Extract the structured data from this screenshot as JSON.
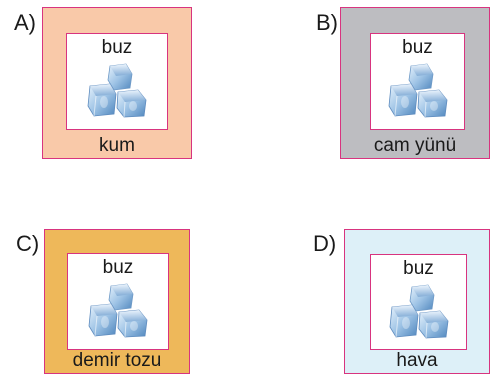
{
  "options": [
    {
      "letter": "A)",
      "inner_label": "buz",
      "outer_label": "kum",
      "fill": "#f9c9a9"
    },
    {
      "letter": "B)",
      "inner_label": "buz",
      "outer_label": "cam yünü",
      "fill": "#bdbdc1"
    },
    {
      "letter": "C)",
      "inner_label": "buz",
      "outer_label": "demir tozu",
      "fill": "#eeb85a"
    },
    {
      "letter": "D)",
      "inner_label": "buz",
      "outer_label": "hava",
      "fill": "#ddf0f8"
    }
  ],
  "icons": {
    "ice": "ice-cubes-icon"
  },
  "colors": {
    "border": "#d8347f"
  }
}
